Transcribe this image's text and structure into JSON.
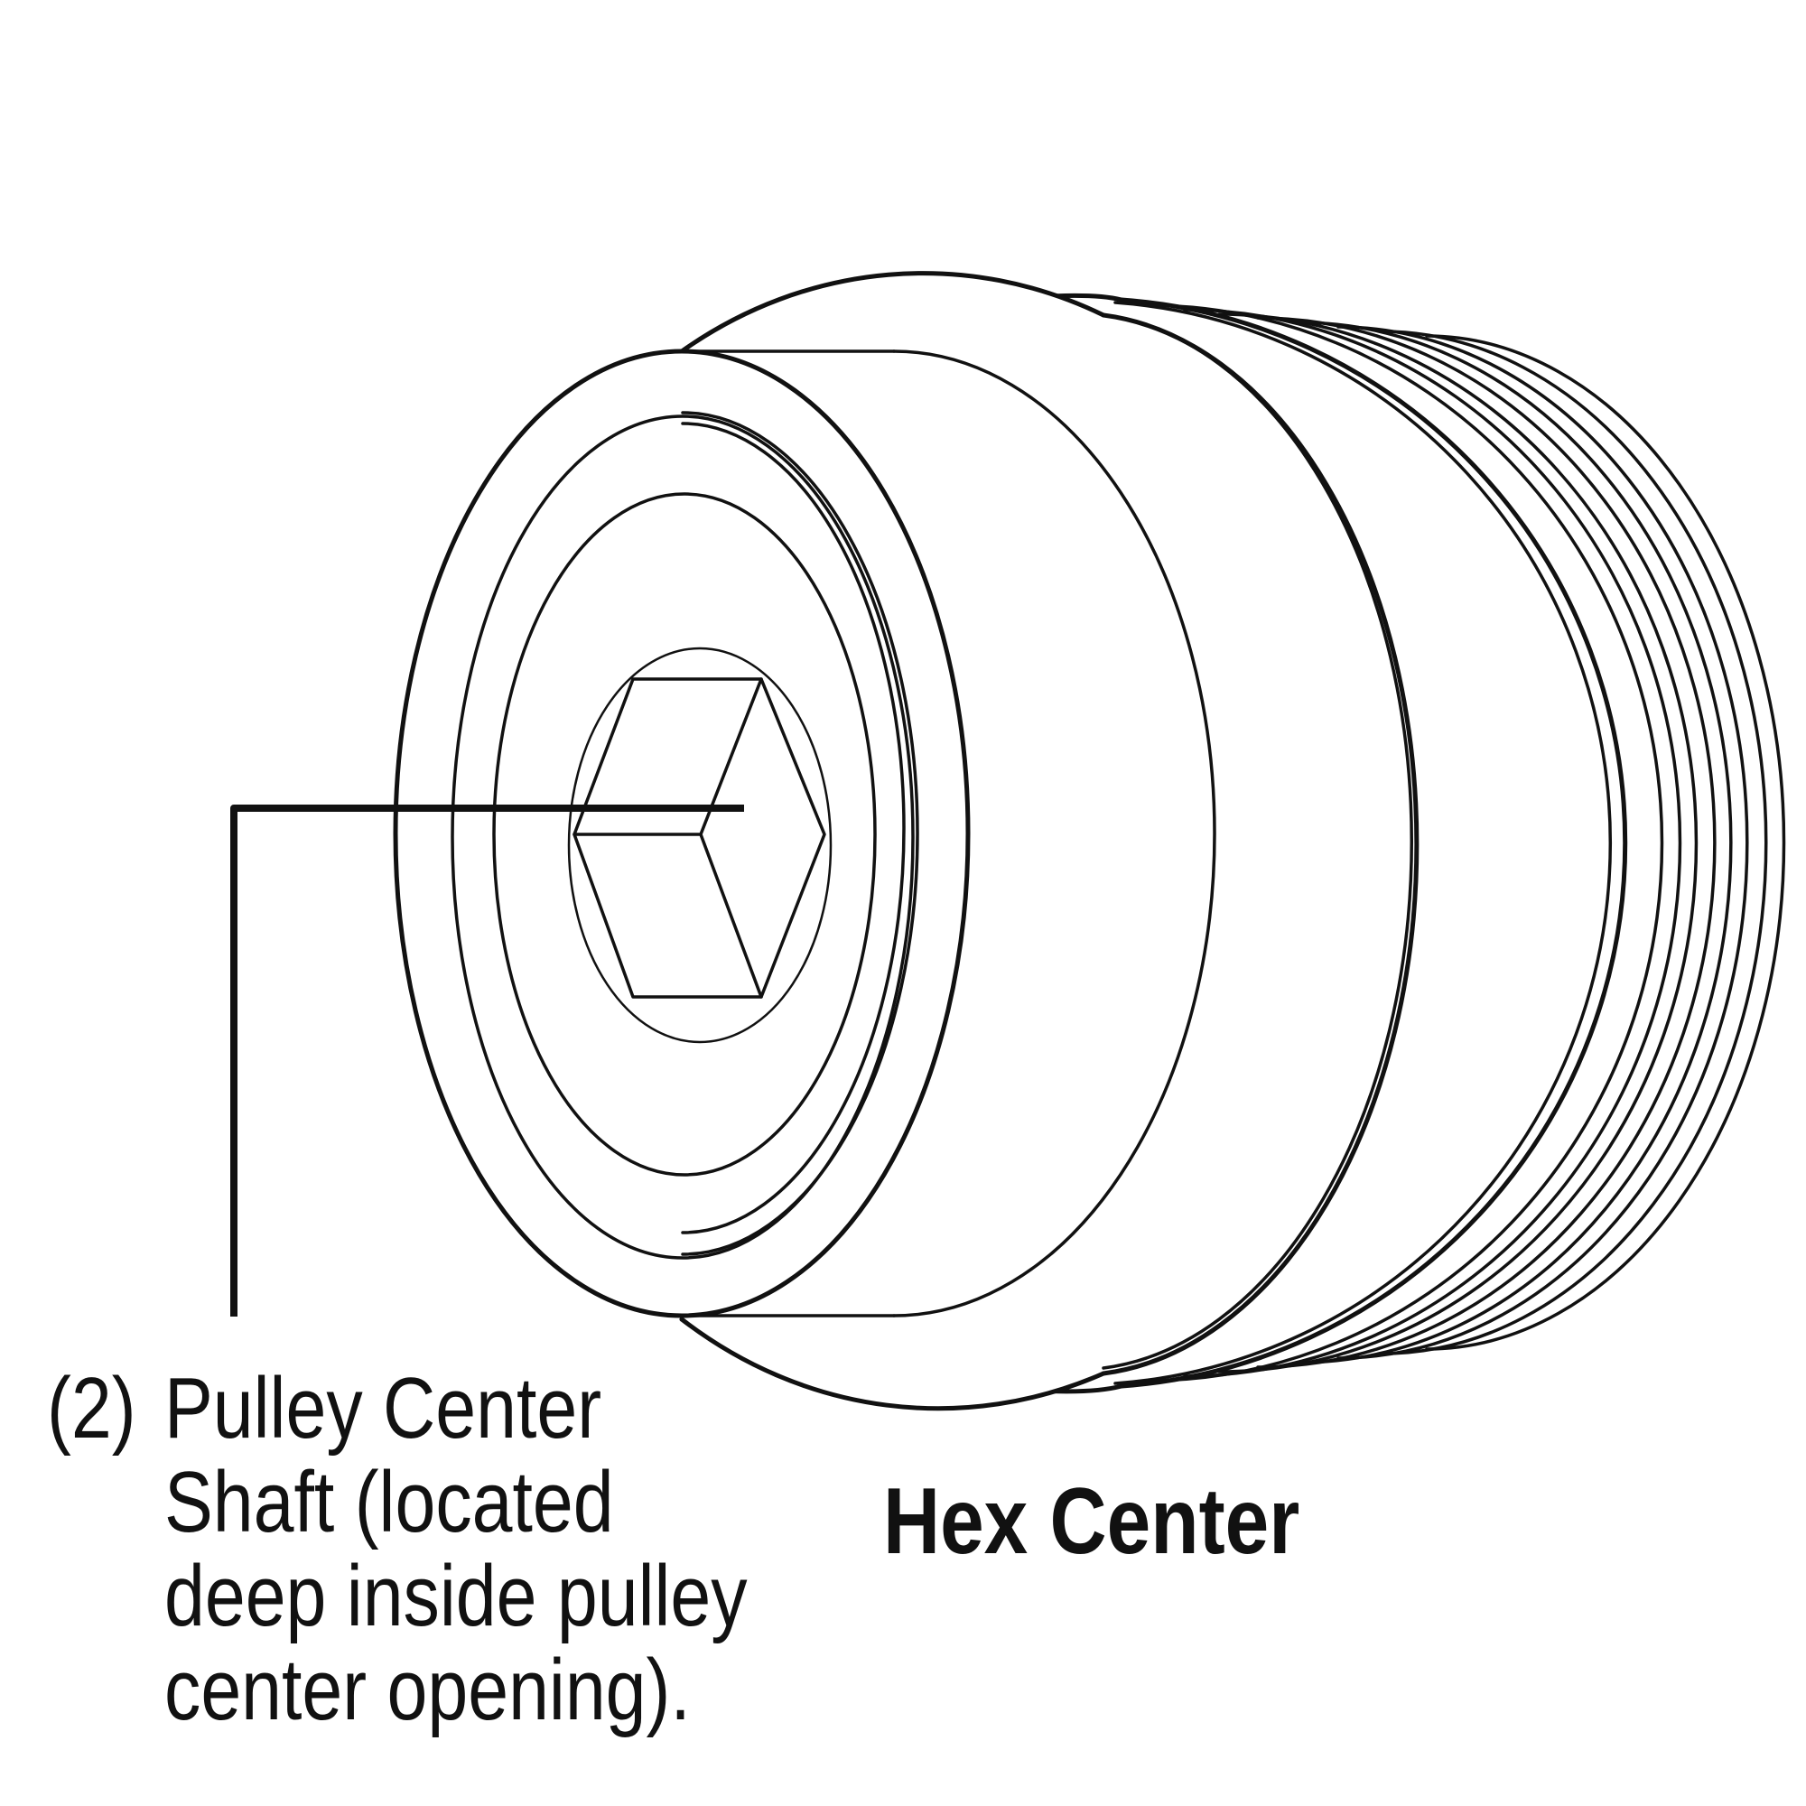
{
  "callout": {
    "number": "(2)",
    "lines": [
      "Pulley Center",
      "Shaft (located",
      "deep inside pulley",
      "center opening)."
    ]
  },
  "caption": "Hex Center",
  "colors": {
    "stroke": "#111111",
    "background": "#ffffff"
  }
}
